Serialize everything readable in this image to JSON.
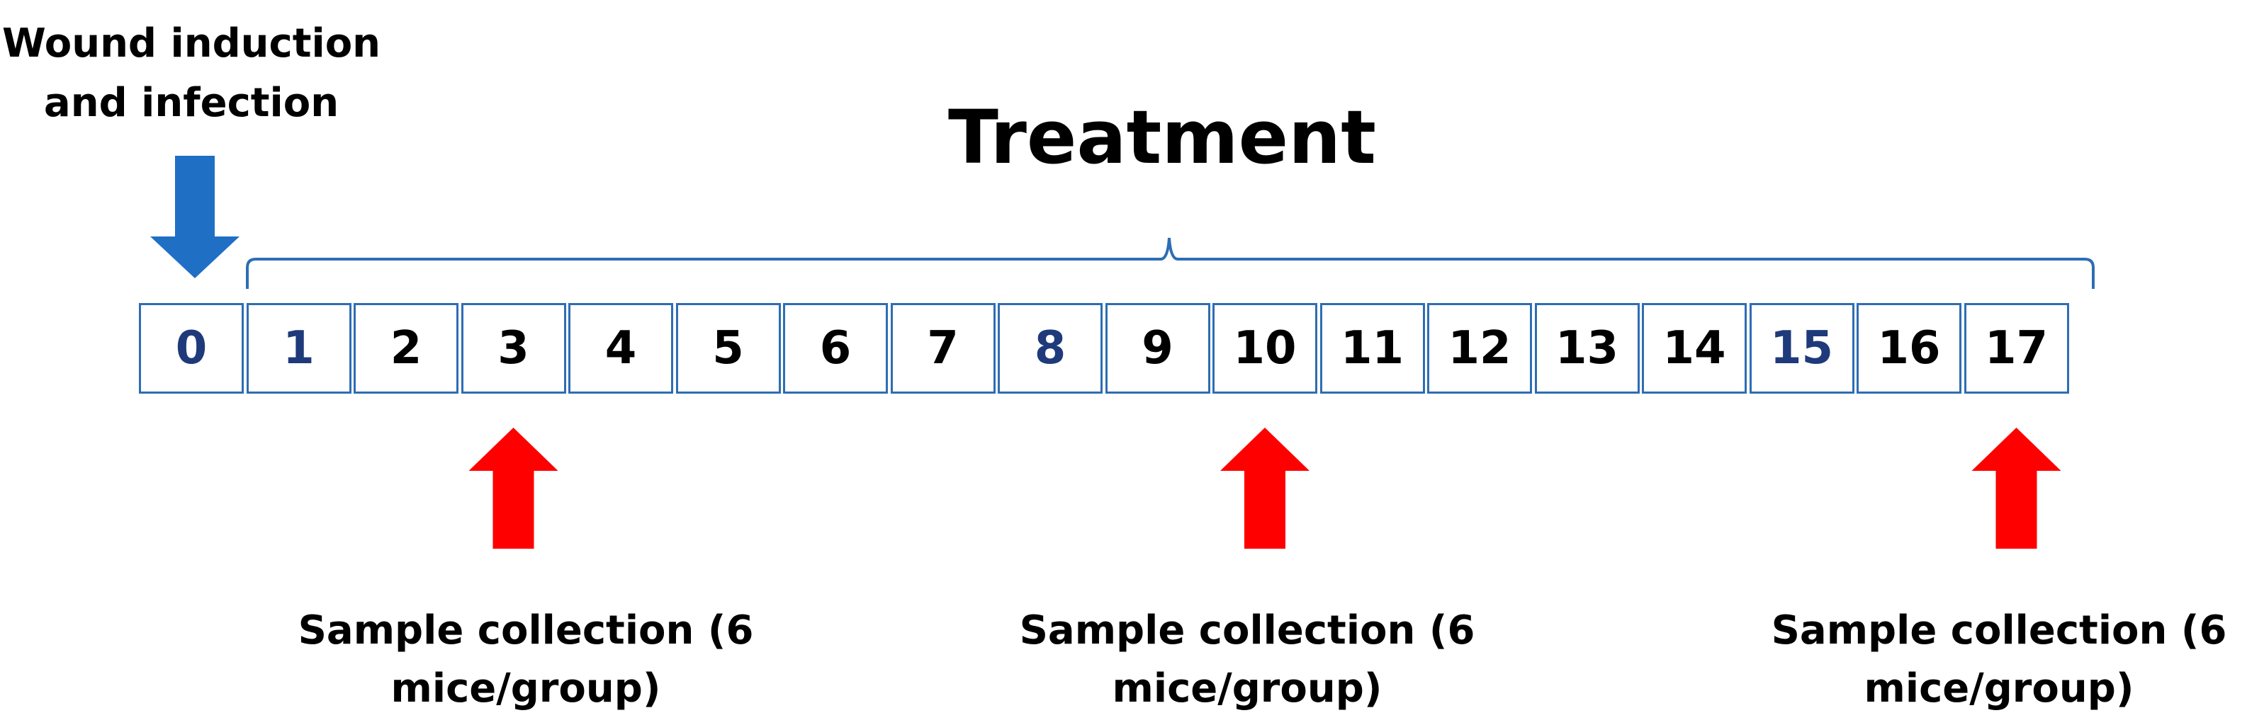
{
  "intro_label": [
    "Wound induction",
    "and infection"
  ],
  "title": "Treatment",
  "days": [
    {
      "label": "0",
      "highlight": true
    },
    {
      "label": "1",
      "highlight": true
    },
    {
      "label": "2",
      "highlight": false
    },
    {
      "label": "3",
      "highlight": false
    },
    {
      "label": "4",
      "highlight": false
    },
    {
      "label": "5",
      "highlight": false
    },
    {
      "label": "6",
      "highlight": false
    },
    {
      "label": "7",
      "highlight": false
    },
    {
      "label": "8",
      "highlight": true
    },
    {
      "label": "9",
      "highlight": false
    },
    {
      "label": "10",
      "highlight": false
    },
    {
      "label": "11",
      "highlight": false
    },
    {
      "label": "12",
      "highlight": false
    },
    {
      "label": "13",
      "highlight": false
    },
    {
      "label": "14",
      "highlight": false
    },
    {
      "label": "15",
      "highlight": true
    },
    {
      "label": "16",
      "highlight": false
    },
    {
      "label": "17",
      "highlight": false
    }
  ],
  "sample_collections": [
    {
      "day": "3",
      "lines": [
        "Sample collection (6",
        "mice/group)"
      ]
    },
    {
      "day": "10",
      "lines": [
        "Sample collection (6",
        "mice/group)"
      ]
    },
    {
      "day": "17",
      "lines": [
        "Sample collection (6",
        "mice/group)"
      ]
    }
  ],
  "colors": {
    "box_border": "#2e6db4",
    "highlight_text": "#1f3a7a",
    "normal_text": "#000000",
    "down_arrow": "#1f6fc5",
    "up_arrow": "#ff0000",
    "brace": "#2e6db4"
  }
}
